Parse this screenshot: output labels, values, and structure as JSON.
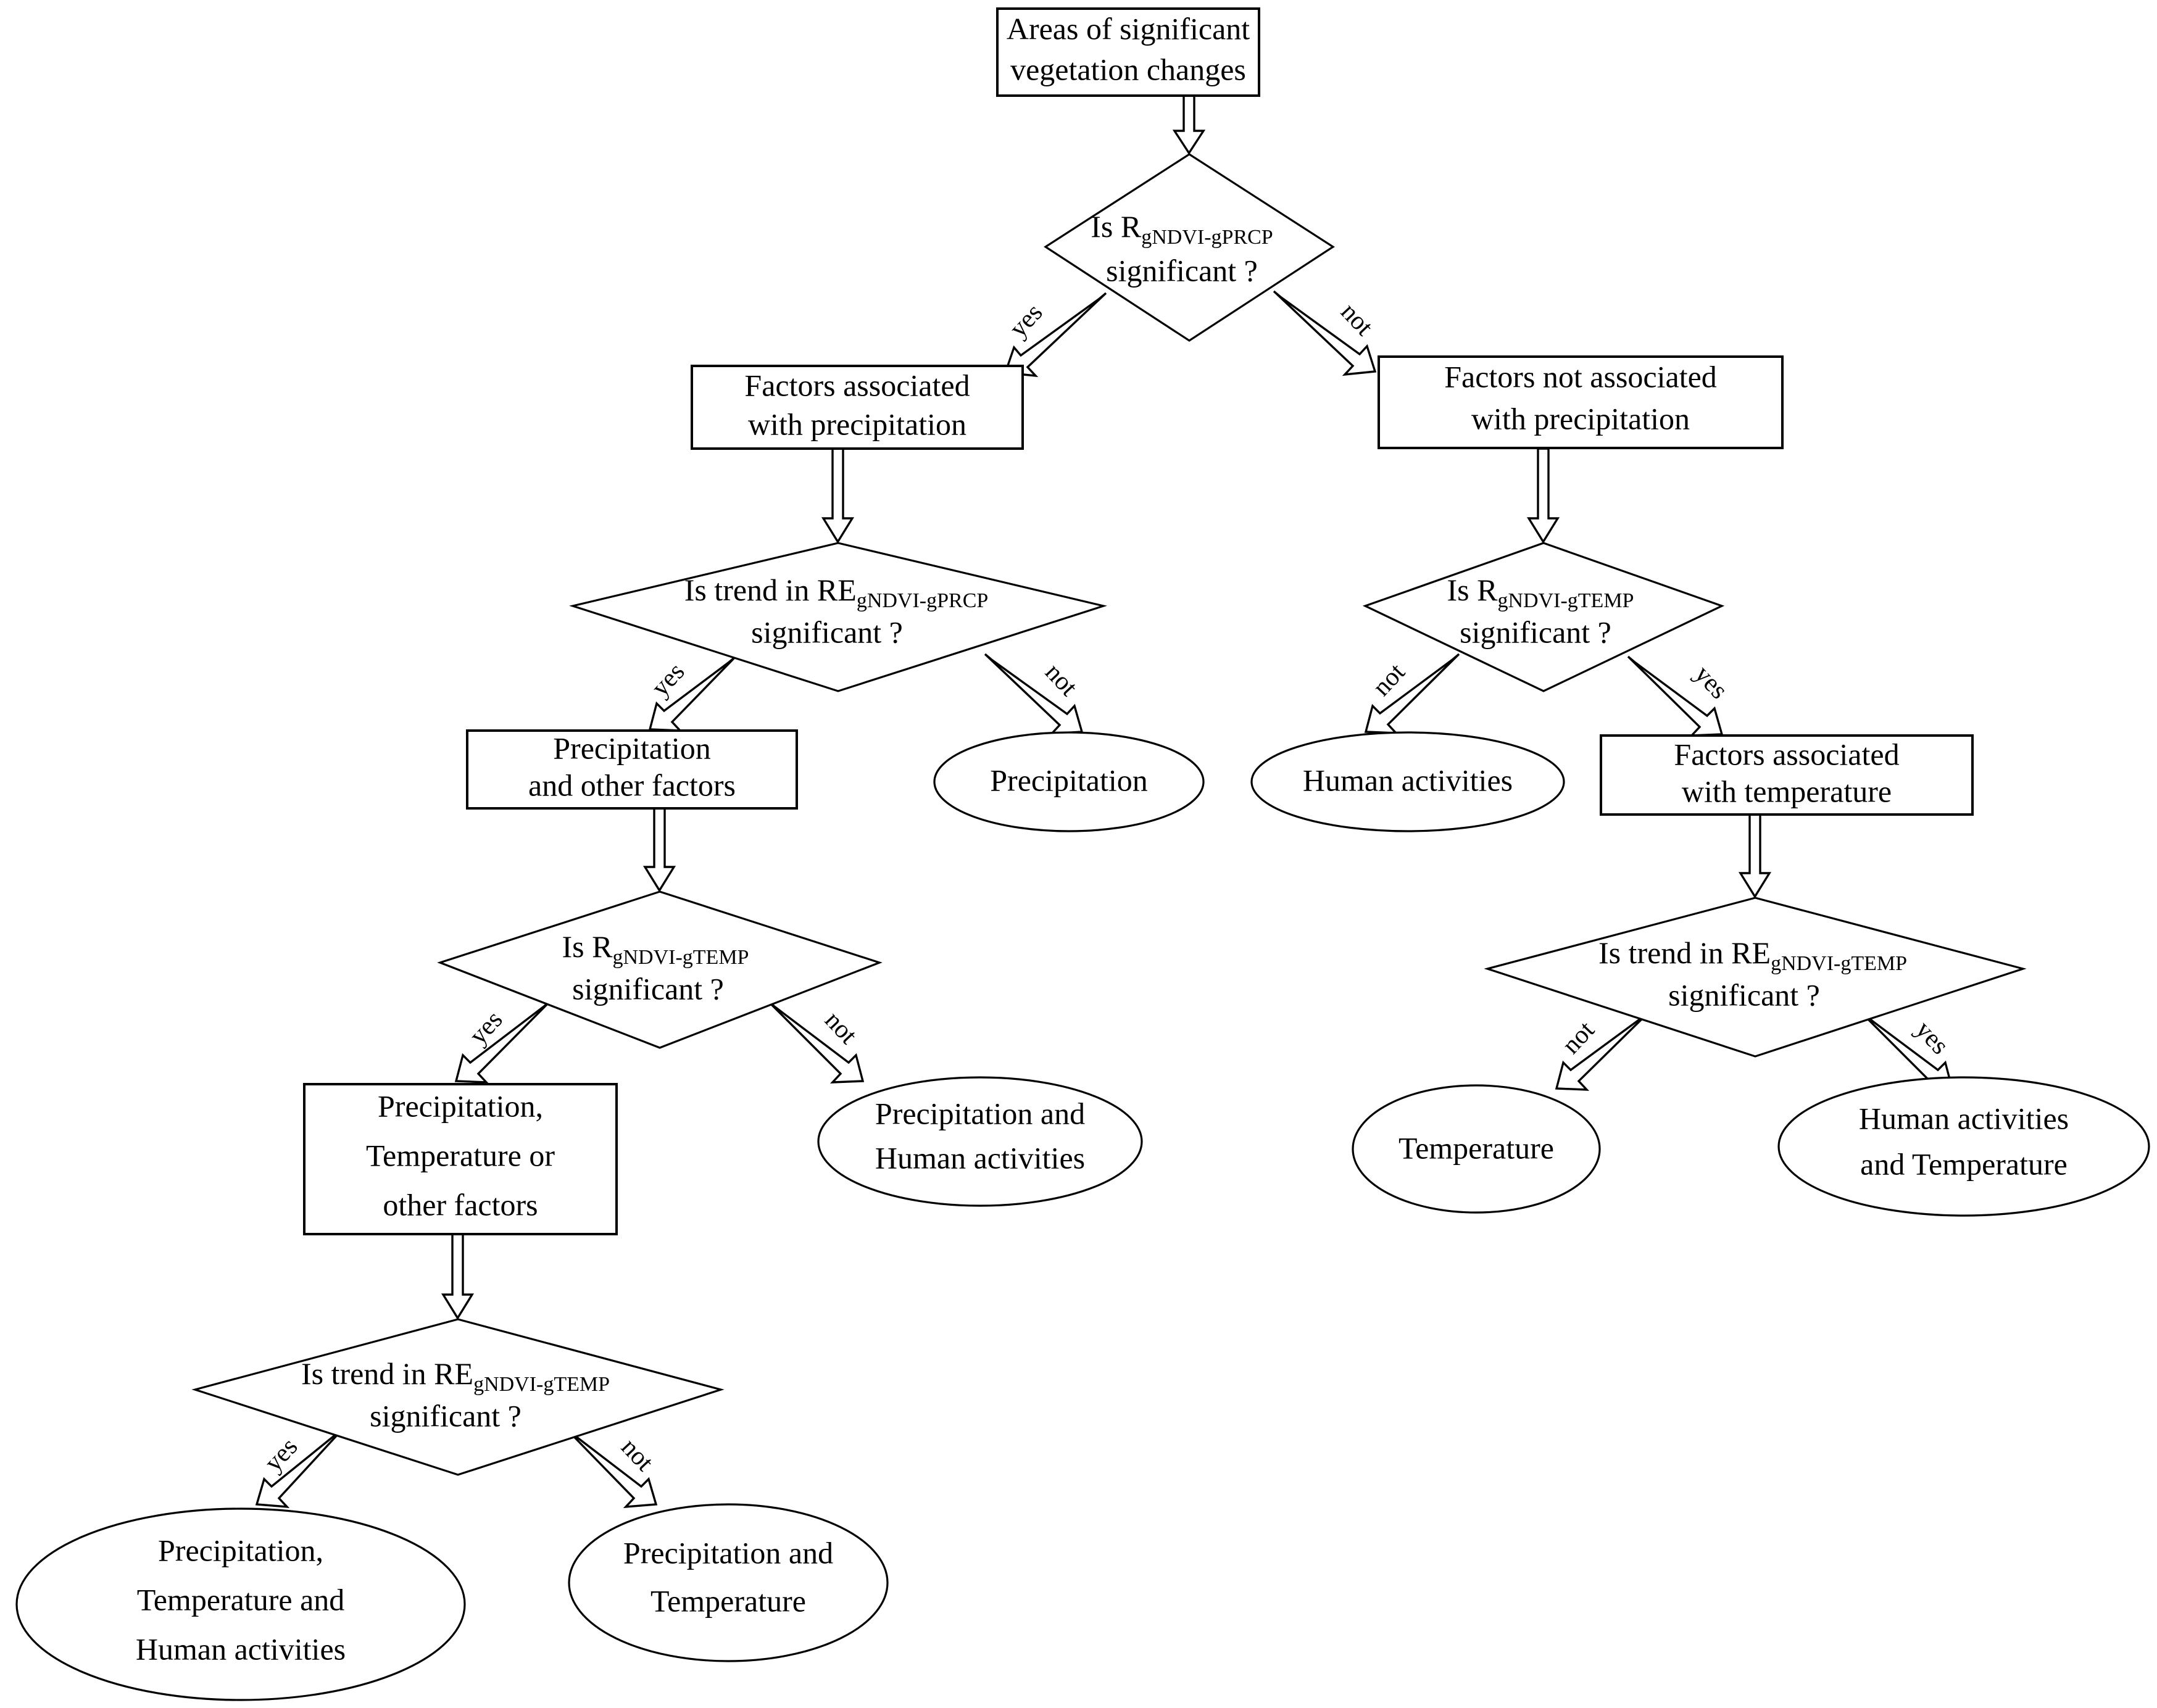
{
  "diagram": {
    "title": "Decision tree for attributing significant vegetation changes",
    "type": "flowchart",
    "background_color": "#ffffff",
    "stroke_color": "#000000",
    "nodes": [
      {
        "id": "n-root",
        "shape": "rectangle",
        "lines": [
          "Areas of significant",
          "vegetation changes"
        ]
      },
      {
        "id": "n-d1",
        "shape": "diamond",
        "line1_pre": "Is R",
        "line1_sub": "gNDVI-gPRCP",
        "line2": "significant ?"
      },
      {
        "id": "n-b-left",
        "shape": "rectangle",
        "lines": [
          "Factors associated",
          "with precipitation"
        ]
      },
      {
        "id": "n-b-right",
        "shape": "rectangle",
        "lines": [
          "Factors not associated",
          "with precipitation"
        ]
      },
      {
        "id": "n-d2l",
        "shape": "diamond",
        "line1_pre": "Is trend in RE",
        "line1_sub": "gNDVI-gPRCP",
        "line2": "significant ?"
      },
      {
        "id": "n-d2r",
        "shape": "diamond",
        "line1_pre": "Is R",
        "line1_sub": "gNDVI-gTEMP",
        "line2": "significant ?"
      },
      {
        "id": "n-precip-other",
        "shape": "rectangle",
        "lines": [
          "Precipitation",
          "and other factors"
        ]
      },
      {
        "id": "n-precip",
        "shape": "ellipse",
        "lines": [
          "Precipitation"
        ]
      },
      {
        "id": "n-human",
        "shape": "ellipse",
        "lines": [
          "Human activities"
        ]
      },
      {
        "id": "n-fact-temp",
        "shape": "rectangle",
        "lines": [
          "Factors associated",
          "with temperature"
        ]
      },
      {
        "id": "n-d3l",
        "shape": "diamond",
        "line1_pre": "Is R",
        "line1_sub": "gNDVI-gTEMP",
        "line2": "significant ?"
      },
      {
        "id": "n-d3r",
        "shape": "diamond",
        "line1_pre": "Is trend in RE",
        "line1_sub": "gNDVI-gTEMP",
        "line2": "significant ?"
      },
      {
        "id": "n-pto",
        "shape": "rectangle",
        "lines": [
          "Precipitation,",
          "Temperature or",
          "other factors"
        ]
      },
      {
        "id": "n-precip-human",
        "shape": "ellipse",
        "lines": [
          "Precipitation and",
          "Human activities"
        ]
      },
      {
        "id": "n-temperature",
        "shape": "ellipse",
        "lines": [
          "Temperature"
        ]
      },
      {
        "id": "n-human-temp",
        "shape": "ellipse",
        "lines": [
          "Human activities",
          "and Temperature"
        ]
      },
      {
        "id": "n-d4l",
        "shape": "diamond",
        "line1_pre": "Is trend in RE",
        "line1_sub": "gNDVI-gTEMP",
        "line2": "significant ?"
      },
      {
        "id": "n-pth",
        "shape": "ellipse",
        "lines": [
          "Precipitation,",
          "Temperature and",
          "Human activities"
        ]
      },
      {
        "id": "n-pt",
        "shape": "ellipse",
        "lines": [
          "Precipitation and",
          "Temperature"
        ]
      }
    ],
    "edge_labels": {
      "d1_yes": "yes",
      "d1_not": "not",
      "d2l_yes": "yes",
      "d2l_not": "not",
      "d2r_not": "not",
      "d2r_yes": "yes",
      "d3l_yes": "yes",
      "d3l_not": "not",
      "d3r_not": "not",
      "d3r_yes": "yes",
      "d4l_yes": "yes",
      "d4l_not": "not"
    }
  }
}
